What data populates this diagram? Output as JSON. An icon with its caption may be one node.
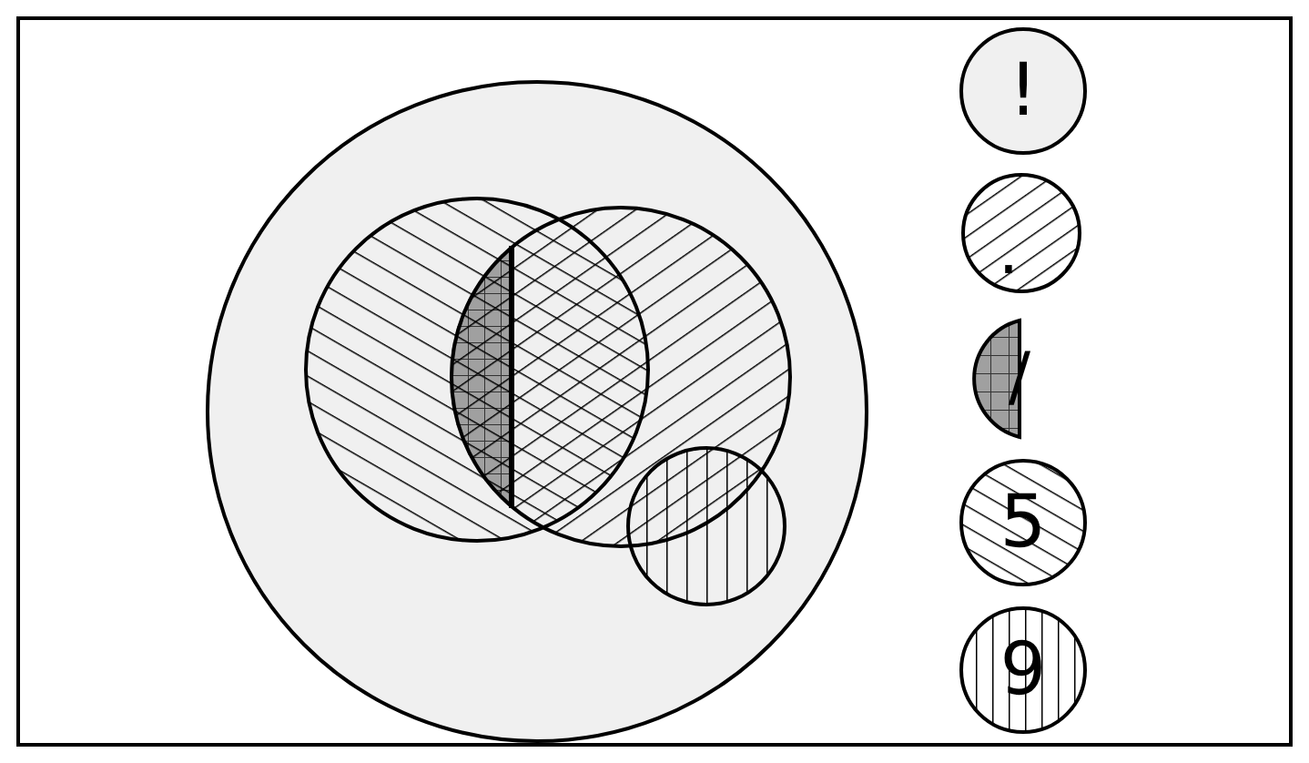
{
  "diagram": {
    "nodes": [
      {
        "text": [],
        "shape": "circle"
      },
      {
        "text": [],
        "shape": "circle",
        "in": 0
      },
      {
        "text": [],
        "shape": "circle",
        "in": 0
      },
      {
        "text": [],
        "shape": "circle",
        "in": 0
      },
      {
        "text": [
          "!"
        ]
      },
      {
        "text": [
          "."
        ]
      },
      {
        "text": [
          "/"
        ]
      },
      {
        "text": [
          "5"
        ]
      },
      {
        "text": [
          "9"
        ]
      }
    ]
  }
}
